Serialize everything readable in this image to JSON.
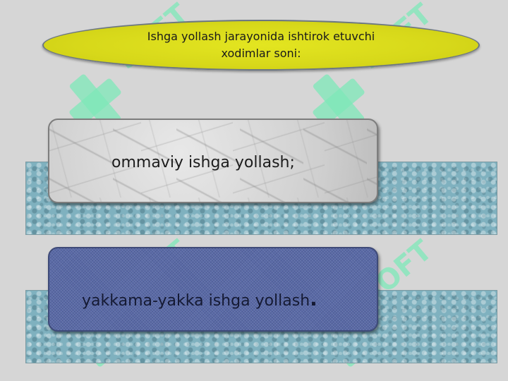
{
  "title": {
    "line1": "Ishga yollash jarayonida ishtirok etuvchi",
    "line2": "xodimlar soni:"
  },
  "items": [
    {
      "label": "ommaviy ishga yollash;"
    },
    {
      "label": "yakkama-yakka ishga yollash",
      "suffix": "."
    }
  ],
  "watermark": {
    "text": "SOFT",
    "color": "#7de8b8"
  }
}
